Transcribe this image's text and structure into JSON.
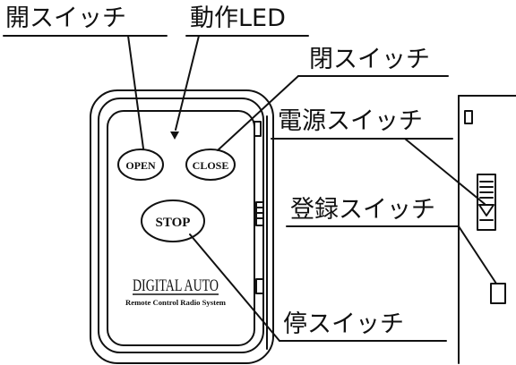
{
  "labels": {
    "open_switch": "開スイッチ",
    "led": "動作LED",
    "close_switch": "閉スイッチ",
    "power_switch": "電源スイッチ",
    "register_switch": "登録スイッチ",
    "stop_switch": "停スイッチ"
  },
  "buttons": {
    "open": "OPEN",
    "close": "CLOSE",
    "stop": "STOP"
  },
  "brand": {
    "name": "DIGITAL AUTO",
    "tagline": "Remote Control Radio System"
  },
  "colors": {
    "ink": "#111111",
    "background": "#ffffff"
  }
}
